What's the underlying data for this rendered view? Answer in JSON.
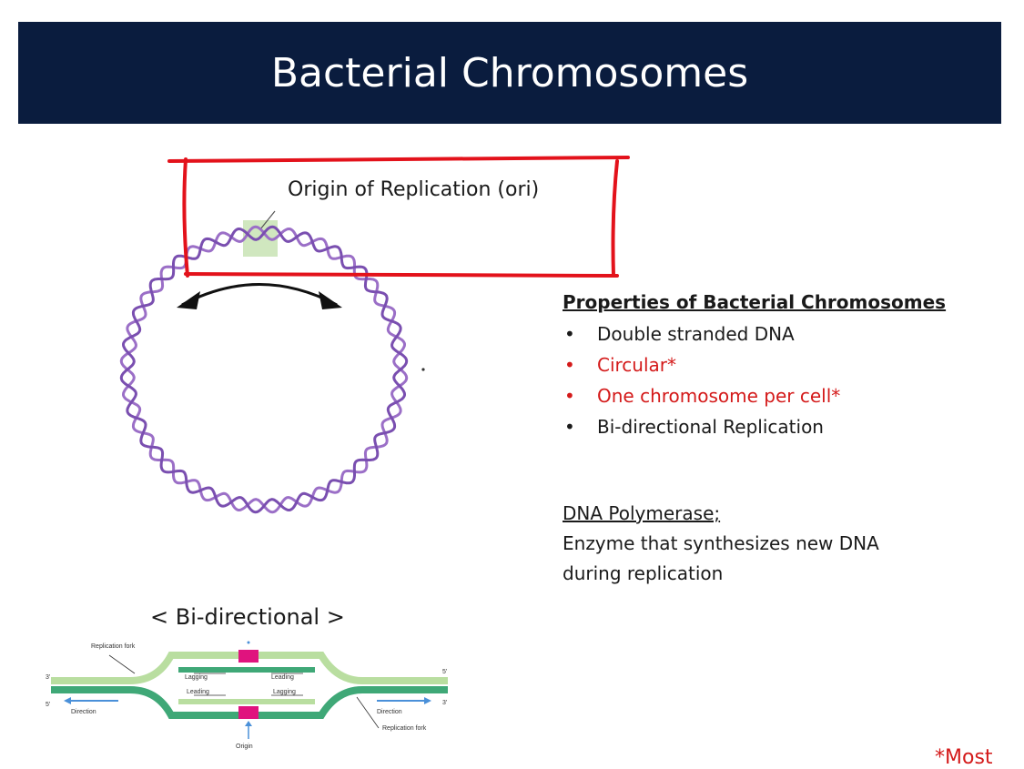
{
  "slide": {
    "title": "Bacterial Chromosomes",
    "ori_label": "Origin of Replication (ori)",
    "properties": {
      "heading": "Properties of Bacterial Chromosomes",
      "items": [
        {
          "text": "Double stranded DNA",
          "color": "#1a1a1a"
        },
        {
          "text": "Circular*",
          "color": "#d41a1a"
        },
        {
          "text": "One chromosome per cell*",
          "color": "#d41a1a"
        },
        {
          "text": "Bi-directional Replication",
          "color": "#1a1a1a"
        }
      ]
    },
    "polymerase": {
      "heading": "DNA Polymerase;",
      "line1": "Enzyme that synthesizes new DNA",
      "line2": "during replication"
    },
    "bidirectional_label": "< Bi-directional >",
    "footnote": "*Most",
    "fork_diagram": {
      "replication_fork_label": "Replication fork",
      "origin_label": "Origin",
      "direction_label": "Direction",
      "lagging_label": "Lagging",
      "leading_label": "Leading",
      "three_prime": "3'",
      "five_prime": "5'"
    },
    "colors": {
      "title_bar": "#0a1c3e",
      "annotation_red": "#e3121b",
      "dna_purple": "#9b6fc7",
      "strand_light": "#b9dea0",
      "strand_dark": "#3fa877",
      "origin_magenta": "#e0137e"
    }
  }
}
